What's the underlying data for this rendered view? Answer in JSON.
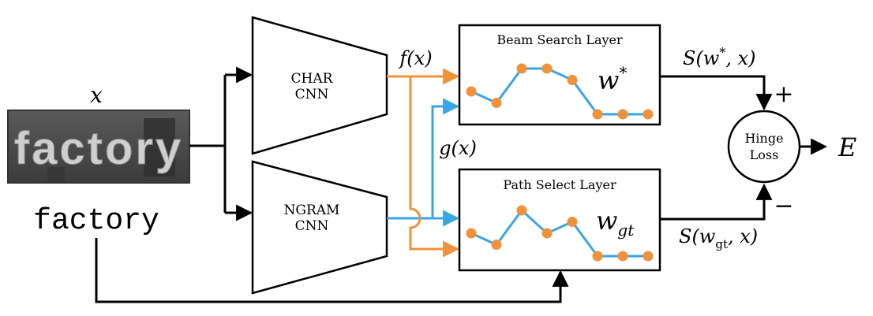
{
  "input": {
    "variable": "x",
    "image_word": "factory",
    "label_word": "factory"
  },
  "char_cnn": {
    "line1": "CHAR",
    "line2": "CNN"
  },
  "ngram_cnn": {
    "line1": "NGRAM",
    "line2": "CNN"
  },
  "signals": {
    "f": "f(x)",
    "g": "g(x)"
  },
  "beam_layer": {
    "title": "Beam Search Layer",
    "symbol": "w",
    "symbol_sup": "*",
    "path": [
      2,
      1,
      4,
      4,
      3,
      0,
      0,
      0
    ]
  },
  "path_layer": {
    "title": "Path Select Layer",
    "symbol": "w",
    "symbol_sub": "gt",
    "path": [
      2,
      1,
      4,
      2,
      3,
      0,
      0,
      0
    ]
  },
  "scores": {
    "top_prefix": "S(w",
    "top_sup": "*",
    "top_suffix": ", x)",
    "bottom_prefix": "S(w",
    "bottom_sub": "gt",
    "bottom_suffix": ", x)"
  },
  "hinge": {
    "line1": "Hinge",
    "line2": "Loss"
  },
  "signs": {
    "plus": "+",
    "minus": "−"
  },
  "output": "E",
  "colors": {
    "orange": "#f0923a",
    "blue": "#3aa5e4",
    "black": "#000000"
  }
}
